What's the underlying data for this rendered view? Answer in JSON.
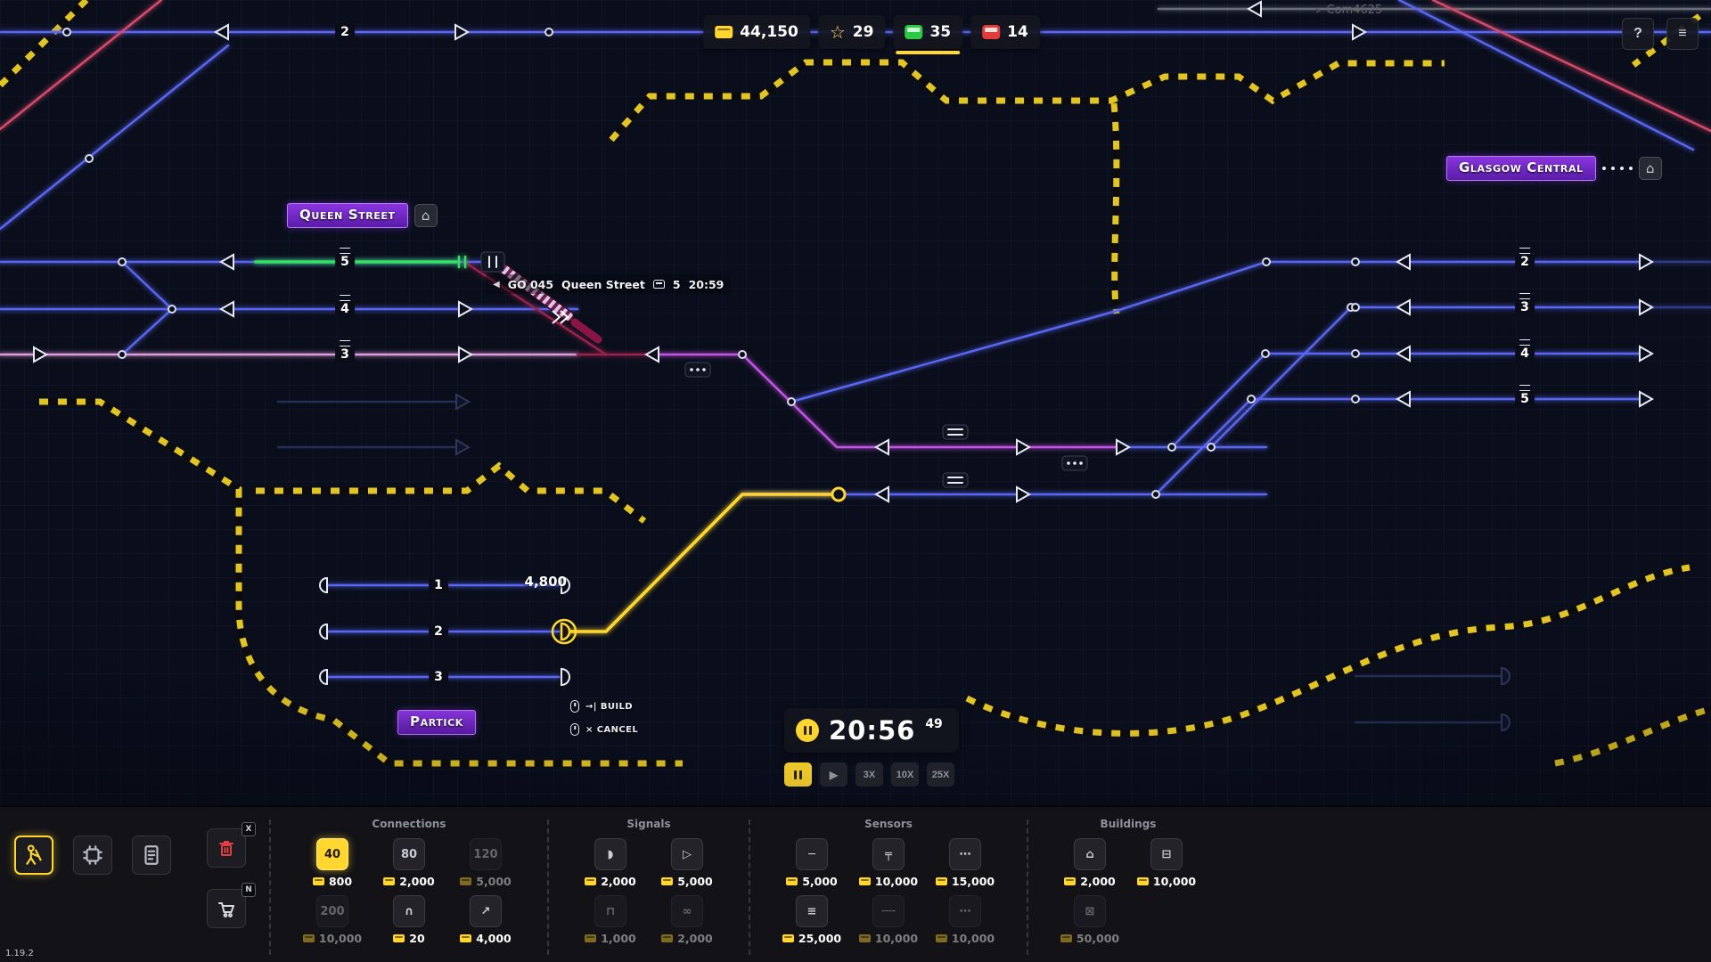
{
  "version": "1.19.2",
  "top_bar": {
    "money": "44,150",
    "stars": "29",
    "trains_green": "35",
    "trains_red": "14",
    "session": "Com4625",
    "help_label": "?",
    "menu_label": "≡"
  },
  "map": {
    "stations": {
      "queen_street": "Queen Street",
      "glasgow_central": "Glasgow Central",
      "partick": "Partick"
    },
    "icons": {
      "house": "⌂",
      "portal": "⌂"
    },
    "platforms": {
      "queen_street": [
        "5",
        "4",
        "3"
      ],
      "glasgow_central": [
        "2",
        "3",
        "4",
        "5"
      ],
      "partick": [
        "1",
        "2",
        "3"
      ],
      "top_line": "2"
    },
    "tooltip": {
      "arrow": "◀",
      "train": "GO 045",
      "station": "Queen Street",
      "platform": "5",
      "time": "20:59"
    },
    "build": {
      "cost": "4,800",
      "build_key": "→|",
      "build_label": "BUILD",
      "cancel_key": "×",
      "cancel_label": "CANCEL"
    }
  },
  "clock": {
    "time": "20:56",
    "seconds": "49",
    "play_icon": "▶",
    "speeds": [
      "3X",
      "10X",
      "25X"
    ]
  },
  "toolbar": {
    "shortcuts": {
      "demolish": "X",
      "shop": "N"
    },
    "sections": [
      {
        "title": "Connections",
        "items": [
          {
            "name": "track-40",
            "glyph": "40",
            "price": "800"
          },
          {
            "name": "track-80",
            "glyph": "80",
            "price": "2,000"
          },
          {
            "name": "track-120",
            "glyph": "120",
            "price": "5,000"
          },
          {
            "name": "track-200",
            "glyph": "200",
            "price": "10,000"
          },
          {
            "name": "tunnel",
            "glyph": "∩",
            "price": "20"
          },
          {
            "name": "curve",
            "glyph": "↗",
            "price": "4,000"
          }
        ]
      },
      {
        "title": "Signals",
        "items": [
          {
            "name": "signal",
            "glyph": "◗",
            "price": "2,000"
          },
          {
            "name": "auto-signal",
            "glyph": "▷",
            "price": "5,000"
          },
          {
            "name": "gantry-signal",
            "glyph": "⊓",
            "price": "1,000"
          },
          {
            "name": "double-signal",
            "glyph": "∞",
            "price": "2,000"
          }
        ]
      },
      {
        "title": "Sensors",
        "items": [
          {
            "name": "sensor",
            "glyph": "─",
            "price": "5,000"
          },
          {
            "name": "timer-sensor",
            "glyph": "╤",
            "price": "10,000"
          },
          {
            "name": "chain-sensor",
            "glyph": "⋯",
            "price": "15,000"
          },
          {
            "name": "platform-sensor",
            "glyph": "≡",
            "price": "25,000"
          },
          {
            "name": "gap-sensor",
            "glyph": "╌╌",
            "price": "10,000"
          },
          {
            "name": "route-sensor",
            "glyph": "⋯",
            "price": "10,000"
          }
        ]
      },
      {
        "title": "Buildings",
        "items": [
          {
            "name": "station-small",
            "glyph": "⌂",
            "price": "2,000"
          },
          {
            "name": "station-large",
            "glyph": "⊟",
            "price": "10,000"
          },
          {
            "name": "depot",
            "glyph": "⊠",
            "price": "50,000"
          }
        ]
      }
    ]
  }
}
